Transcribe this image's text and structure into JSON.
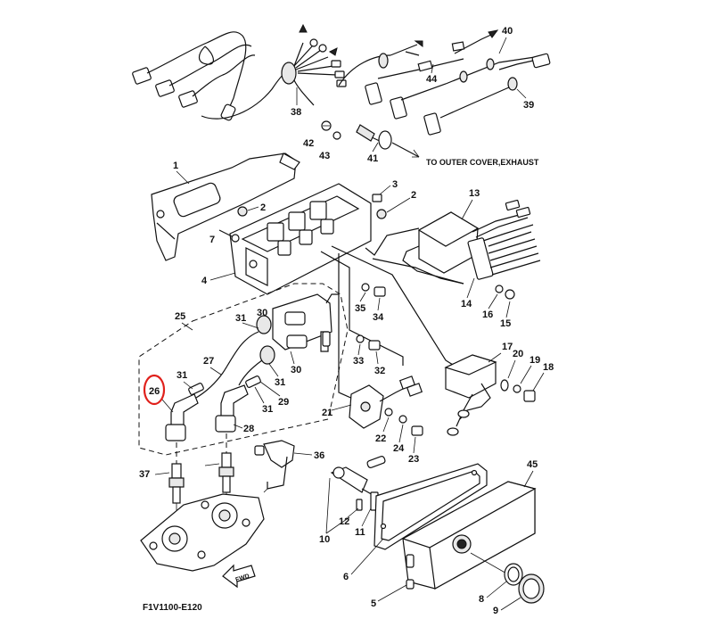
{
  "diagram": {
    "code": "F1V1100-E120",
    "note_exhaust": "TO OUTER COVER,EXHAUST",
    "fwd_label": "FWD",
    "highlight_color": "#e0201b",
    "highlighted_part": "26",
    "callouts": {
      "c1": "1",
      "c2a": "2",
      "c2b": "2",
      "c3": "3",
      "c4": "4",
      "c5": "5",
      "c6": "6",
      "c7": "7",
      "c8": "8",
      "c9": "9",
      "c10": "10",
      "c11": "11",
      "c12": "12",
      "c13": "13",
      "c14": "14",
      "c15": "15",
      "c16": "16",
      "c17": "17",
      "c18": "18",
      "c19": "19",
      "c20": "20",
      "c21": "21",
      "c22": "22",
      "c23": "23",
      "c24": "24",
      "c25": "25",
      "c26": "26",
      "c27": "27",
      "c28": "28",
      "c29": "29",
      "c30a": "30",
      "c30b": "30",
      "c31a": "31",
      "c31b": "31",
      "c31c": "31",
      "c31d": "31",
      "c32": "32",
      "c33": "33",
      "c34": "34",
      "c35": "35",
      "c36": "36",
      "c37": "37",
      "c38": "38",
      "c39": "39",
      "c40": "40",
      "c41": "41",
      "c42": "42",
      "c43": "43",
      "c44": "44",
      "c45": "45"
    }
  }
}
